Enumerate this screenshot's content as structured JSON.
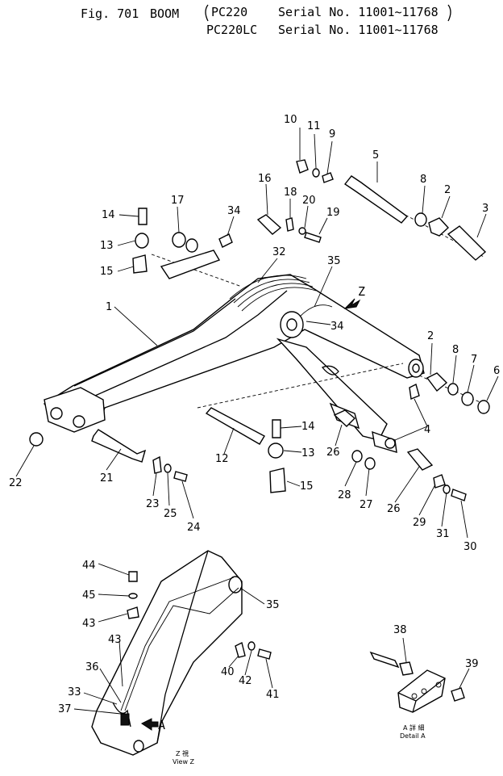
{
  "header": {
    "fig": "Fig. 701",
    "title": "BOOM",
    "model1": "PC220",
    "serial1": "Serial No. 11001~11768",
    "model2": "PC220LC",
    "serial2": "Serial No. 11001~11768"
  },
  "callouts": [
    "1",
    "2",
    "3",
    "4",
    "5",
    "6",
    "7",
    "8",
    "9",
    "10",
    "11",
    "12",
    "13",
    "14",
    "15",
    "16",
    "17",
    "18",
    "19",
    "20",
    "21",
    "22",
    "23",
    "24",
    "25",
    "26",
    "27",
    "28",
    "29",
    "30",
    "31",
    "32",
    "33",
    "34",
    "35",
    "36",
    "37",
    "38",
    "39",
    "40",
    "41",
    "42",
    "43",
    "44",
    "45"
  ],
  "view_z": {
    "marker": "Z",
    "caption_jp": "Z 視",
    "caption": "View Z"
  },
  "detail_a": {
    "marker": "A",
    "caption_jp": "A 詳 細",
    "caption": "Detail A"
  }
}
